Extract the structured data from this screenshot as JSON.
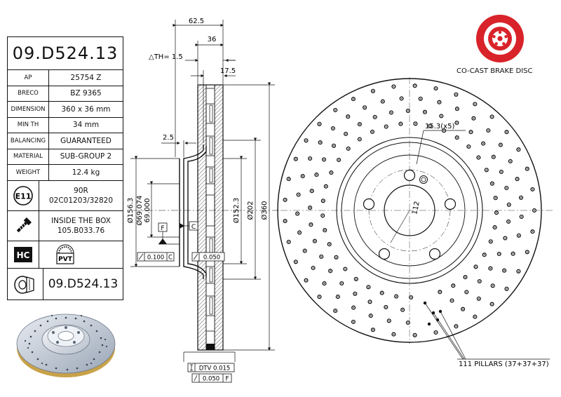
{
  "part_number": "09.D524.13",
  "specs": [
    {
      "key": "AP",
      "value": "25754 Z"
    },
    {
      "key": "BRECO",
      "value": "BZ 9365"
    },
    {
      "key": "DIMENSION",
      "value": "360 x 36 mm"
    },
    {
      "key": "MIN TH",
      "value": "34 mm"
    },
    {
      "key": "BALANCING",
      "value": "GUARANTEED"
    },
    {
      "key": "MATERIAL",
      "value": "SUB-GROUP 2"
    },
    {
      "key": "WEIGHT",
      "value": "12.4 kg"
    }
  ],
  "approval": {
    "badge": "E11",
    "line1": "90R",
    "line2": "02C01203/32820"
  },
  "inside_box": {
    "line1": "INSIDE THE BOX",
    "line2": "105.B033.76"
  },
  "coating": {
    "hc_label": "HC",
    "pvt_label": "PVT"
  },
  "footer_part_number": "09.D524.13",
  "brand": {
    "caption": "CO-CAST BRAKE DISC",
    "color": "#d8232a"
  },
  "section": {
    "d_62_5": "62.5",
    "d_36": "36",
    "th": "△TH= 1.5",
    "d_17_5": "17.5",
    "d_2_5": "2.5",
    "d_156_3": "Ø156.3",
    "d_69_074": "Ø69.074",
    "d_69_000": "69.000",
    "d_152_3": "Ø152.3",
    "d_202": "Ø202",
    "d_360": "Ø360",
    "datum_f": "F",
    "datum_c": "C",
    "runout_left_val": "0.100",
    "runout_left_ref": "C",
    "runout_right_val": "0.050",
    "dtv_label": "DTV 0.015",
    "par_val": "0.050",
    "par_ref": "F"
  },
  "front": {
    "holes_label": "15.3(x5)",
    "pcd_label": "112",
    "pillars_label": "111 PILLARS (37+37+37)"
  }
}
